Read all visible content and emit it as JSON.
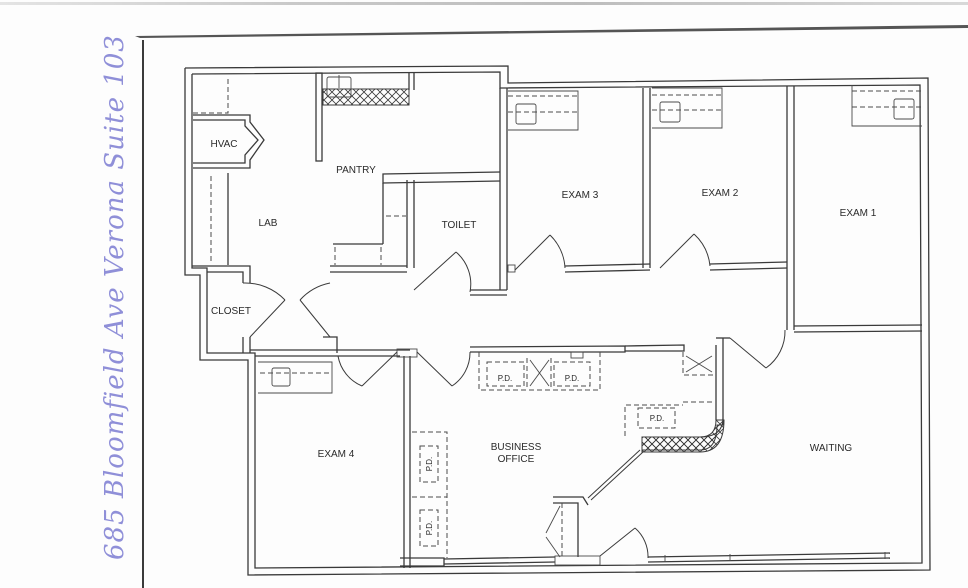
{
  "document": {
    "type": "floor-plan",
    "handwritten_note": "685 Bloomfield Ave Verona Suite 103"
  },
  "rooms": {
    "hvac": "HVAC",
    "pantry": "PANTRY",
    "lab": "LAB",
    "toilet": "TOILET",
    "exam3": "EXAM 3",
    "exam2": "EXAM 2",
    "exam1": "EXAM 1",
    "closet": "CLOSET",
    "exam4": "EXAM 4",
    "business_office_line1": "BUSINESS",
    "business_office_line2": "OFFICE",
    "waiting": "WAITING"
  },
  "fixtures": {
    "pd_label": "P.D.",
    "pd_count": 5
  },
  "colors": {
    "ink": "#3a3a3a",
    "handwriting": "#8f8fd8",
    "paper": "#fdfdfd"
  }
}
